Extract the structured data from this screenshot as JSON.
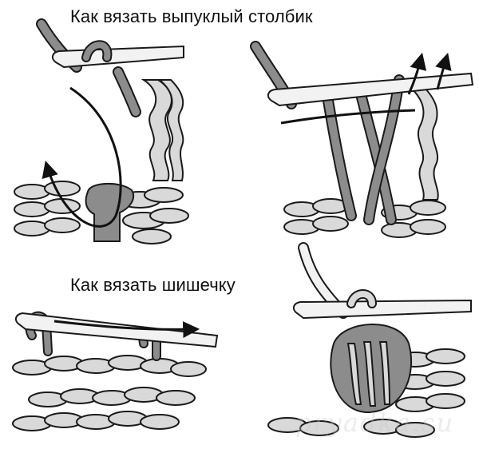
{
  "titles": {
    "top": "Как вязать выпуклый столбик",
    "bottom": "Как вязать шишечку"
  },
  "watermark": {
    "text": "pryadka.su"
  },
  "colors": {
    "yarn_light": "#d9d9d9",
    "yarn_dark": "#8c8c8c",
    "outline": "#1a1a1a",
    "hook": "#f2f2f2",
    "arrow": "#111111"
  },
  "icons": {
    "hook": "crochet-hook-icon",
    "arrow": "arrow-icon"
  }
}
